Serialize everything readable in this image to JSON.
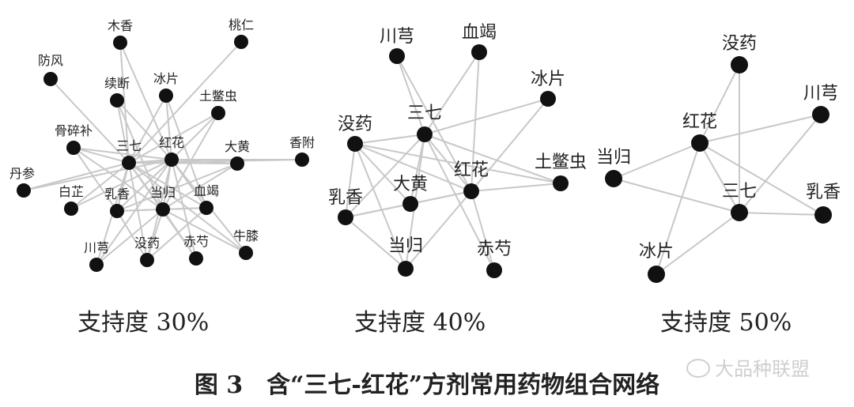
{
  "colors": {
    "edge": "#c8c8c8",
    "node": "#111111",
    "text": "#222222",
    "watermark": "#cfcfcf"
  },
  "networks": [
    {
      "id": "net30",
      "caption": "支持度 30%",
      "nodes": [
        "三七",
        "红花",
        "木香",
        "桃仁",
        "防风",
        "冰片",
        "续断",
        "土鳖虫",
        "骨碎补",
        "大黄",
        "香附",
        "丹参",
        "白芷",
        "乳香",
        "当归",
        "血竭",
        "牛膝",
        "川芎",
        "没药",
        "赤芍"
      ],
      "edges": [
        [
          "三七",
          "红花"
        ],
        [
          "三七",
          "木香"
        ],
        [
          "三七",
          "桃仁"
        ],
        [
          "三七",
          "防风"
        ],
        [
          "三七",
          "冰片"
        ],
        [
          "三七",
          "续断"
        ],
        [
          "三七",
          "土鳖虫"
        ],
        [
          "三七",
          "骨碎补"
        ],
        [
          "三七",
          "大黄"
        ],
        [
          "三七",
          "香附"
        ],
        [
          "三七",
          "丹参"
        ],
        [
          "三七",
          "白芷"
        ],
        [
          "三七",
          "乳香"
        ],
        [
          "三七",
          "当归"
        ],
        [
          "三七",
          "血竭"
        ],
        [
          "三七",
          "牛膝"
        ],
        [
          "三七",
          "川芎"
        ],
        [
          "三七",
          "没药"
        ],
        [
          "三七",
          "赤芍"
        ],
        [
          "红花",
          "木香"
        ],
        [
          "红花",
          "冰片"
        ],
        [
          "红花",
          "续断"
        ],
        [
          "红花",
          "土鳖虫"
        ],
        [
          "红花",
          "骨碎补"
        ],
        [
          "红花",
          "大黄"
        ],
        [
          "红花",
          "香附"
        ],
        [
          "红花",
          "丹参"
        ],
        [
          "红花",
          "乳香"
        ],
        [
          "红花",
          "当归"
        ],
        [
          "红花",
          "血竭"
        ],
        [
          "红花",
          "牛膝"
        ],
        [
          "红花",
          "川芎"
        ],
        [
          "红花",
          "没药"
        ],
        [
          "红花",
          "赤芍"
        ],
        [
          "红花",
          "白芷"
        ],
        [
          "乳香",
          "当归"
        ],
        [
          "乳香",
          "没药"
        ],
        [
          "当归",
          "没药"
        ],
        [
          "当归",
          "川芎"
        ],
        [
          "当归",
          "赤芍"
        ],
        [
          "当归",
          "血竭"
        ],
        [
          "当归",
          "牛膝"
        ],
        [
          "大黄",
          "当归"
        ],
        [
          "续断",
          "当归"
        ],
        [
          "骨碎补",
          "当归"
        ],
        [
          "土鳖虫",
          "当归"
        ],
        [
          "冰片",
          "血竭"
        ],
        [
          "骨碎补",
          "乳香"
        ],
        [
          "乳香",
          "血竭"
        ],
        [
          "没药",
          "血竭"
        ],
        [
          "乳香",
          "大黄"
        ]
      ]
    },
    {
      "id": "net40",
      "caption": "支持度 40%",
      "nodes": [
        "川芎",
        "血竭",
        "冰片",
        "三七",
        "没药",
        "土鳖虫",
        "红花",
        "大黄",
        "乳香",
        "当归",
        "赤芍"
      ],
      "edges": [
        [
          "三七",
          "红花"
        ],
        [
          "三七",
          "川芎"
        ],
        [
          "三七",
          "血竭"
        ],
        [
          "三七",
          "冰片"
        ],
        [
          "三七",
          "没药"
        ],
        [
          "三七",
          "土鳖虫"
        ],
        [
          "三七",
          "大黄"
        ],
        [
          "三七",
          "乳香"
        ],
        [
          "三七",
          "当归"
        ],
        [
          "三七",
          "赤芍"
        ],
        [
          "红花",
          "川芎"
        ],
        [
          "红花",
          "血竭"
        ],
        [
          "红花",
          "冰片"
        ],
        [
          "红花",
          "没药"
        ],
        [
          "红花",
          "土鳖虫"
        ],
        [
          "红花",
          "大黄"
        ],
        [
          "红花",
          "乳香"
        ],
        [
          "红花",
          "当归"
        ],
        [
          "红花",
          "赤芍"
        ],
        [
          "乳香",
          "没药"
        ],
        [
          "乳香",
          "当归"
        ],
        [
          "乳香",
          "大黄"
        ],
        [
          "没药",
          "当归"
        ],
        [
          "没药",
          "大黄"
        ],
        [
          "没药",
          "土鳖虫"
        ]
      ]
    },
    {
      "id": "net50",
      "caption": "支持度 50%",
      "nodes": [
        "没药",
        "川芎",
        "红花",
        "当归",
        "三七",
        "乳香",
        "冰片"
      ],
      "edges": [
        [
          "红花",
          "没药"
        ],
        [
          "红花",
          "川芎"
        ],
        [
          "红花",
          "当归"
        ],
        [
          "红花",
          "三七"
        ],
        [
          "红花",
          "乳香"
        ],
        [
          "红花",
          "冰片"
        ],
        [
          "三七",
          "没药"
        ],
        [
          "三七",
          "川芎"
        ],
        [
          "三七",
          "当归"
        ],
        [
          "三七",
          "乳香"
        ],
        [
          "三七",
          "冰片"
        ]
      ]
    }
  ],
  "figure_title": "图 3　含“三七-红花”方剂常用药物组合网络",
  "watermark": "大品种联盟"
}
